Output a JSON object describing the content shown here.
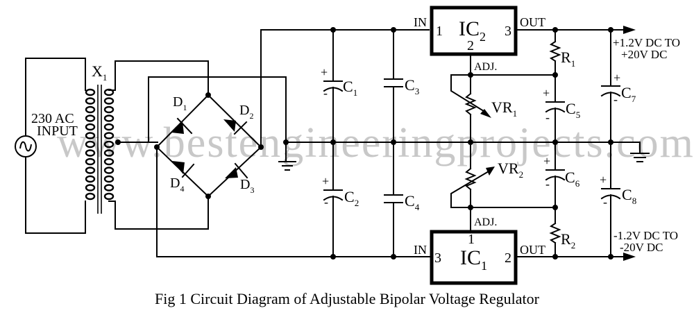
{
  "watermark": "www.bestengineeringprojects.com",
  "caption": "Fig 1 Circuit Diagram of Adjustable Bipolar Voltage Regulator",
  "input": {
    "line1": "230 AC",
    "line2": "INPUT",
    "source_icon": "ac-source-icon"
  },
  "transformer": {
    "name": "X",
    "sub": "1"
  },
  "diodes": [
    {
      "name": "D",
      "sub": "1"
    },
    {
      "name": "D",
      "sub": "2"
    },
    {
      "name": "D",
      "sub": "3"
    },
    {
      "name": "D",
      "sub": "4"
    }
  ],
  "capacitors": {
    "c1": {
      "name": "C",
      "sub": "1",
      "plus": "+",
      "minus": "-"
    },
    "c2": {
      "name": "C",
      "sub": "2",
      "plus": "+",
      "minus": "-"
    },
    "c3": {
      "name": "C",
      "sub": "3"
    },
    "c4": {
      "name": "C",
      "sub": "4"
    },
    "c5": {
      "name": "C",
      "sub": "5",
      "plus": "+",
      "minus": "-"
    },
    "c6": {
      "name": "C",
      "sub": "6",
      "plus": "+",
      "minus": "-"
    },
    "c7": {
      "name": "C",
      "sub": "7",
      "plus": "+",
      "minus": "-"
    },
    "c8": {
      "name": "C",
      "sub": "8",
      "plus": "+",
      "minus": "-"
    }
  },
  "resistors": {
    "r1": {
      "name": "R",
      "sub": "1"
    },
    "r2": {
      "name": "R",
      "sub": "2"
    },
    "vr1": {
      "name": "VR",
      "sub": "1"
    },
    "vr2": {
      "name": "VR",
      "sub": "2"
    }
  },
  "ic2": {
    "name": "IC",
    "sub": "2",
    "pin_in": "1",
    "pin_adj": "2",
    "pin_out": "3",
    "in_label": "IN",
    "out_label": "OUT",
    "adj_label": "ADJ."
  },
  "ic1": {
    "name": "IC",
    "sub": "1",
    "pin_in": "3",
    "pin_adj": "1",
    "pin_out": "2",
    "in_label": "IN",
    "out_label": "OUT",
    "adj_label": "ADJ."
  },
  "outputs": {
    "positive": {
      "line1": "+1.2V DC TO",
      "line2": "+20V DC"
    },
    "negative": {
      "line1": "-1.2V DC TO",
      "line2": "-20V DC"
    }
  }
}
